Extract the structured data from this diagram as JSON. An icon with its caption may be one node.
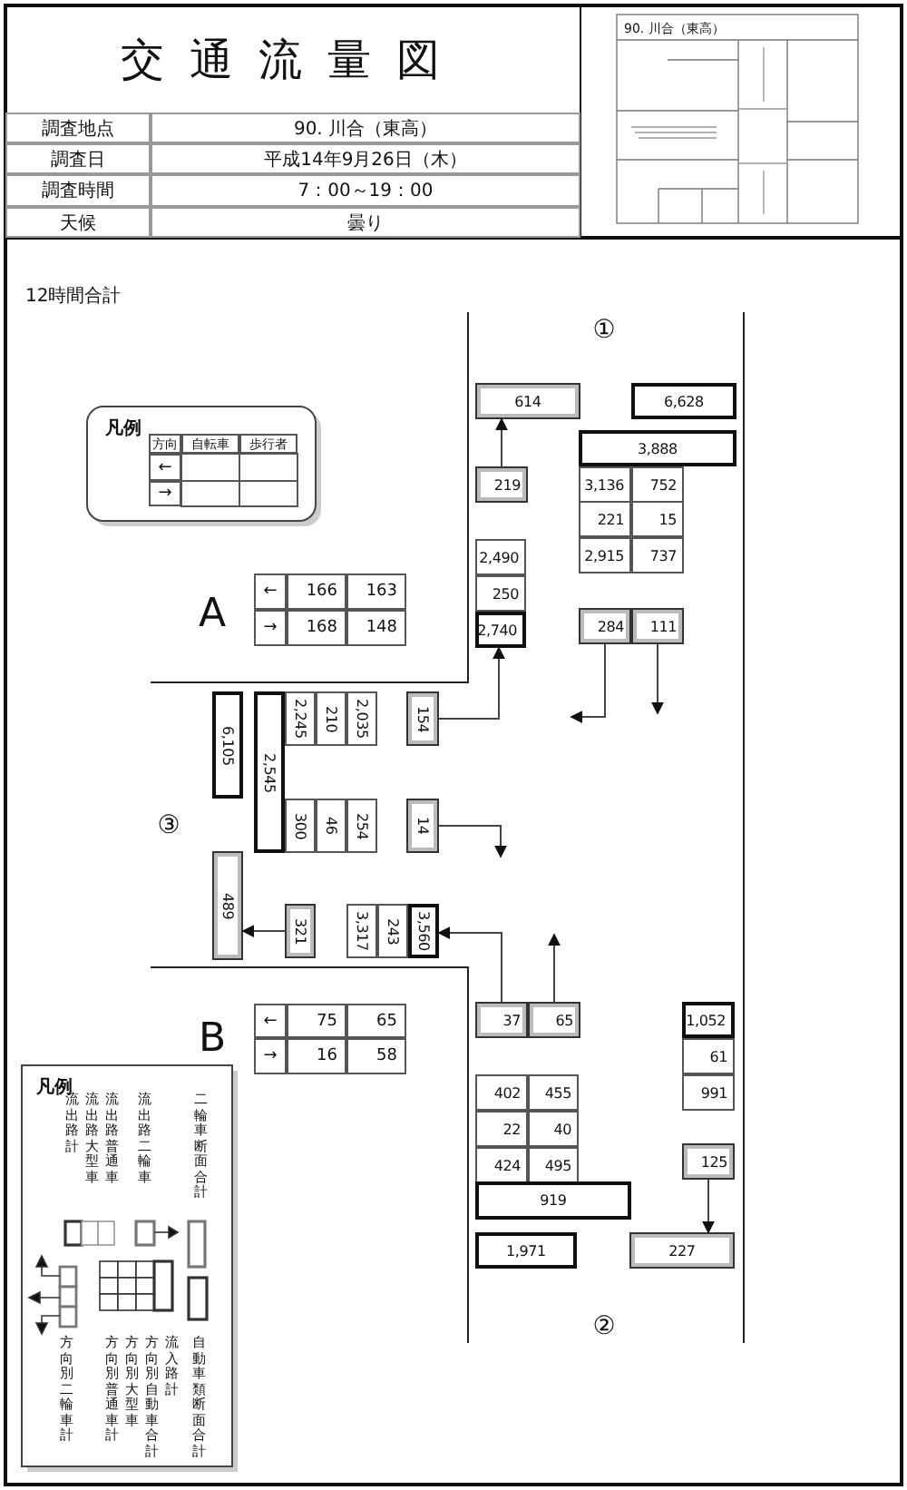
{
  "diagram": {
    "title": "交通流量図",
    "nodes": [
      {
        "text": [
          "614"
        ]
      },
      {
        "text": [
          "6,628"
        ]
      },
      {
        "text": [
          "3,888"
        ]
      },
      {
        "text": [
          "219"
        ]
      },
      {
        "text": [
          "3,136"
        ]
      },
      {
        "text": [
          "752"
        ]
      },
      {
        "text": [
          "221"
        ]
      },
      {
        "text": [
          "15"
        ]
      },
      {
        "text": [
          "2,490"
        ]
      },
      {
        "text": [
          "2,915"
        ]
      },
      {
        "text": [
          "737"
        ]
      },
      {
        "text": [
          "250"
        ]
      },
      {
        "text": [
          "2,740"
        ]
      },
      {
        "text": [
          "284"
        ]
      },
      {
        "text": [
          "111"
        ]
      },
      {
        "text": [
          "6,105"
        ]
      },
      {
        "text": [
          "2,545"
        ]
      },
      {
        "text": [
          "2,245"
        ]
      },
      {
        "text": [
          "210"
        ]
      },
      {
        "text": [
          "2,035"
        ]
      },
      {
        "text": [
          "154"
        ]
      },
      {
        "text": [
          "300"
        ]
      },
      {
        "text": [
          "46"
        ]
      },
      {
        "text": [
          "254"
        ]
      },
      {
        "text": [
          "14"
        ]
      },
      {
        "text": [
          "489"
        ]
      },
      {
        "text": [
          "321"
        ]
      },
      {
        "text": [
          "3,317"
        ]
      },
      {
        "text": [
          "243"
        ]
      },
      {
        "text": [
          "3,560"
        ]
      },
      {
        "text": [
          "37"
        ]
      },
      {
        "text": [
          "65"
        ]
      },
      {
        "text": [
          "1,052"
        ]
      },
      {
        "text": [
          "61"
        ]
      },
      {
        "text": [
          "402"
        ]
      },
      {
        "text": [
          "455"
        ]
      },
      {
        "text": [
          "991"
        ]
      },
      {
        "text": [
          "22"
        ]
      },
      {
        "text": [
          "40"
        ]
      },
      {
        "text": [
          "125"
        ]
      },
      {
        "text": [
          "424"
        ]
      },
      {
        "text": [
          "495"
        ]
      },
      {
        "text": [
          "919"
        ]
      },
      {
        "text": [
          "1,971"
        ]
      },
      {
        "text": [
          "227"
        ]
      }
    ],
    "edges": [
      {
        "from": 3,
        "to": 0,
        "arrow": "to"
      },
      {
        "from": 13,
        "to": null,
        "arrow": "to"
      },
      {
        "from": 14,
        "to": null,
        "arrow": "to"
      },
      {
        "from": 20,
        "to": 12,
        "arrow": "to"
      },
      {
        "from": 24,
        "to": null,
        "arrow": "to"
      },
      {
        "from": 26,
        "to": 25,
        "arrow": "to"
      },
      {
        "from": 30,
        "to": 29,
        "arrow": "to"
      },
      {
        "from": 31,
        "to": null,
        "arrow": "to"
      },
      {
        "from": 39,
        "to": 44,
        "arrow": "to"
      }
    ],
    "labels": [
      "調査地点",
      "90. 川合（東高）",
      "調査日",
      "平成14年9月26日（木）",
      "調査時間",
      "7：00～19：00",
      "天候",
      "曇り",
      "90. 川合（東高）",
      "12時間合計",
      "①",
      "凡例",
      "方向",
      "自転車",
      "歩行者",
      "←",
      "→",
      "A",
      "←",
      "166",
      "163",
      "→",
      "168",
      "148",
      "③",
      "B",
      "←",
      "75",
      "65",
      "→",
      "16",
      "58",
      "凡例",
      "流出路計",
      "流出路大型車",
      "流出路普通車",
      "流出路二輪車",
      "二輪車断面合計",
      "方向別二輪車計",
      "方向別普通車計",
      "方向別大型車",
      "方向別自動車合計",
      "流入路計",
      "自動車類断面合計",
      "②"
    ]
  }
}
